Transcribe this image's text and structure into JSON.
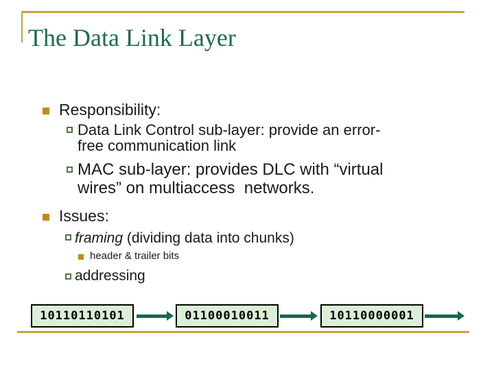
{
  "slide": {
    "title": "The Data Link Layer"
  },
  "bullets": {
    "responsibility": {
      "label": "Responsibility:"
    },
    "dlc": {
      "line1": "Data Link Control sub-layer: provide an error-",
      "line2": "free communication link"
    },
    "mac": {
      "line1": "MAC sub-layer: provides DLC with “virtual",
      "line2": "wires” on multiaccess  networks."
    },
    "issues": {
      "label": "Issues:"
    },
    "framing": {
      "italic": "framing",
      "rest": " (dividing data into chunks)"
    },
    "header_trailer": {
      "label": "header & trailer bits"
    },
    "addressing": {
      "label": "addressing"
    }
  },
  "diagram": {
    "frames": [
      "10110110101",
      "01100010011",
      "10110000001"
    ]
  },
  "colors": {
    "rule_gold": "#c7a43c",
    "bullet_gold": "#bf8d10",
    "bullet_outline_green": "#4a7a44",
    "title_green": "#1d6a50",
    "arrow_green": "#17684d",
    "frame_fill": "#dcefd6",
    "frame_border": "#000000",
    "text": "#1a1a1a"
  }
}
